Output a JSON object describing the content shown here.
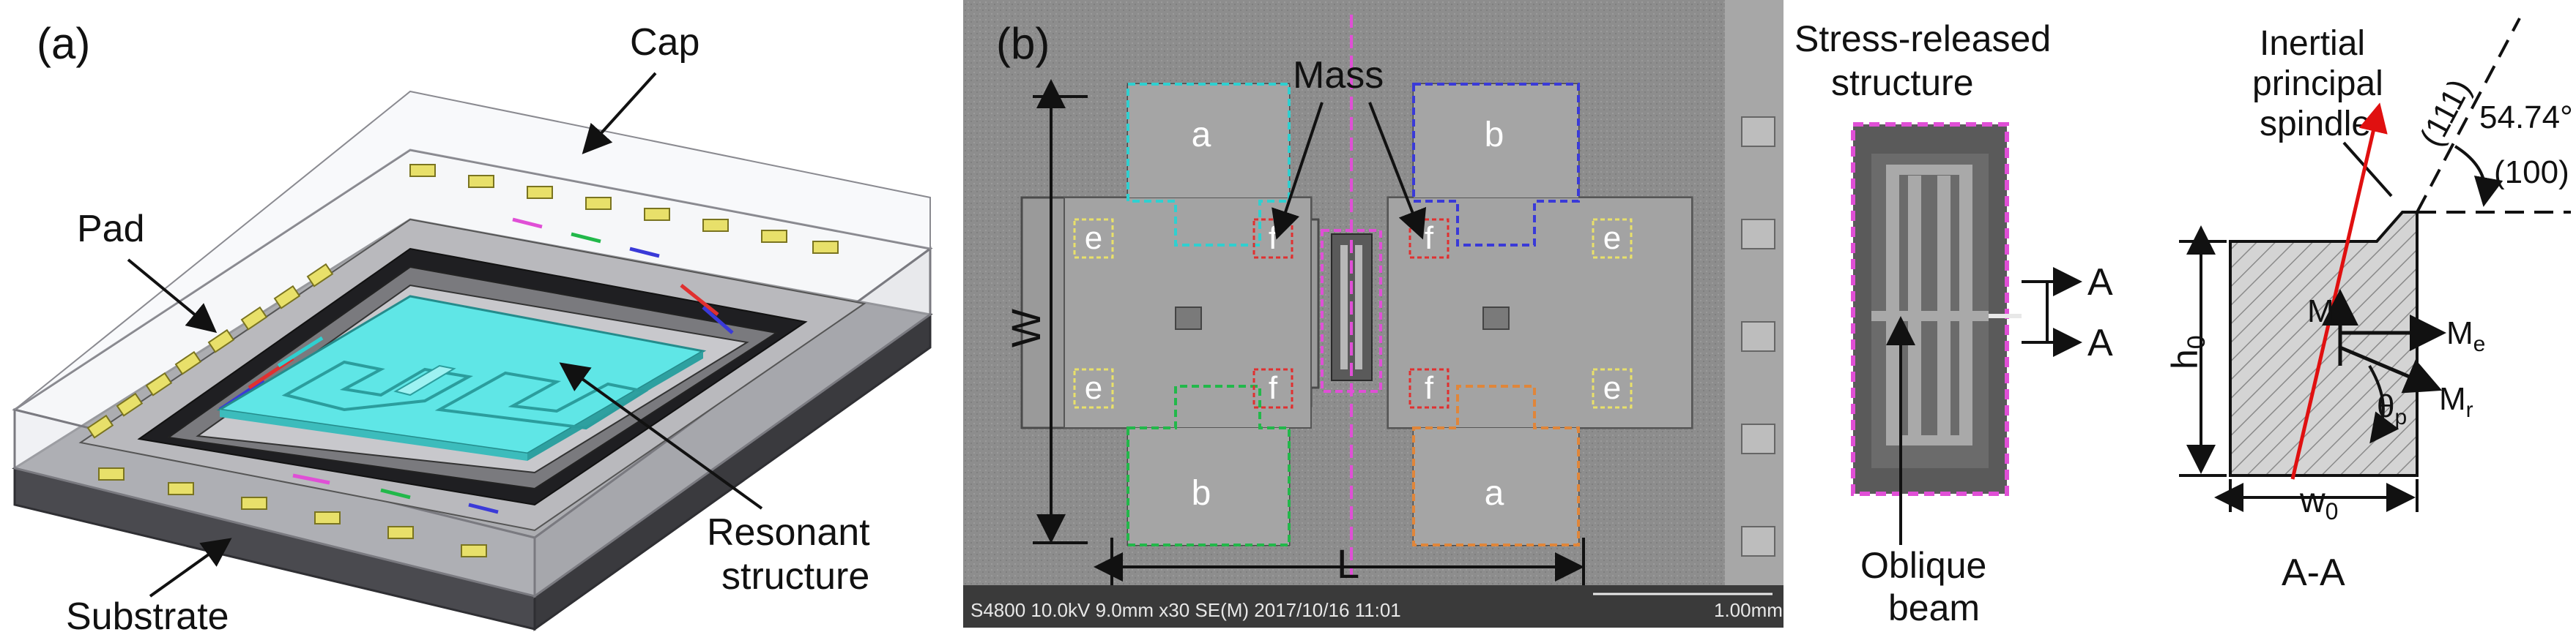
{
  "panel_a": {
    "tag": "(a)",
    "cap": "Cap",
    "pad": "Pad",
    "resonant_1": "Resonant",
    "resonant_2": "structure",
    "substrate": "Substrate"
  },
  "panel_b": {
    "tag": "(b)",
    "mass": "Mass",
    "regions": {
      "a": "a",
      "b": "b",
      "e": "e",
      "f": "f"
    },
    "dim_w": "W",
    "dim_l": "L",
    "sem_caption": "S4800 10.0kV 9.0mm x30 SE(M) 2017/10/16 11:01",
    "scale_label": "1.00mm"
  },
  "detail": {
    "title_1": "Stress-released",
    "title_2": "structure",
    "section_a_top": "A",
    "section_a_bottom": "A",
    "oblique_1": "Oblique",
    "oblique_2": "beam"
  },
  "section": {
    "inertial_1": "Inertial",
    "inertial_2": "principal",
    "inertial_3": "spindle",
    "plane_111": "(111)",
    "angle": "54.74°",
    "plane_100": "(100)",
    "h0": "h",
    "h0_sub": "0",
    "w0": "w",
    "w0_sub": "0",
    "m": "M",
    "me": "M",
    "me_sub": "e",
    "mr": "M",
    "mr_sub": "r",
    "theta": "θ",
    "theta_sub": "p",
    "caption": "A-A"
  },
  "colors": {
    "accent_cyan": "#5fe6e6",
    "red_line": "#e01010",
    "magenta": "#e04fd6"
  }
}
